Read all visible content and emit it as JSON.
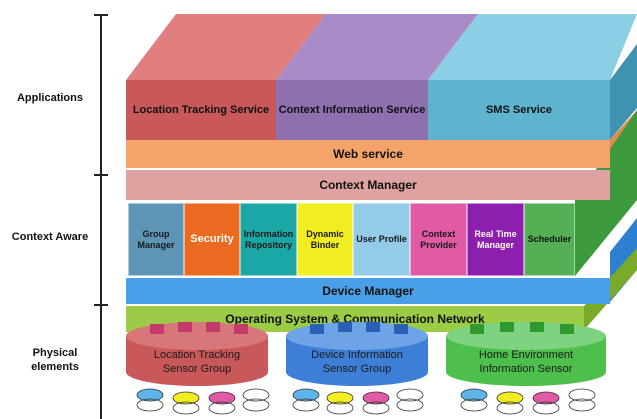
{
  "layers": {
    "applications": "Applications",
    "context_aware": "Context Aware",
    "physical": "Physical elements"
  },
  "apps": [
    {
      "label": "Location Tracking Service"
    },
    {
      "label": "Context Information Service"
    },
    {
      "label": "SMS Service"
    }
  ],
  "web_service": "Web service",
  "context_manager": "Context Manager",
  "modules": [
    {
      "label": "Group Manager"
    },
    {
      "label": "Security"
    },
    {
      "label": "Information Repository"
    },
    {
      "label": "Dynamic Binder"
    },
    {
      "label": "User Profile"
    },
    {
      "label": "Context Provider"
    },
    {
      "label": "Real Time Manager"
    },
    {
      "label": "Scheduler"
    }
  ],
  "device_manager": "Device Manager",
  "os_network": "Operating System & Communication Network",
  "sensor_groups": [
    {
      "label": "Location Tracking Sensor Group"
    },
    {
      "label": "Device Information Sensor Group"
    },
    {
      "label": "Home Environment Information Sensor"
    }
  ],
  "colors": {
    "app1": "#c9585b",
    "app2": "#8e6fb0",
    "app3": "#5eb3cf",
    "web": "#f4a46a",
    "context": "#dea3a1",
    "device": "#4aa0e8",
    "os": "#9ccc46",
    "sensor1": "#c9585b",
    "sensor2": "#3d7fd6",
    "sensor3": "#4cbf4c"
  }
}
